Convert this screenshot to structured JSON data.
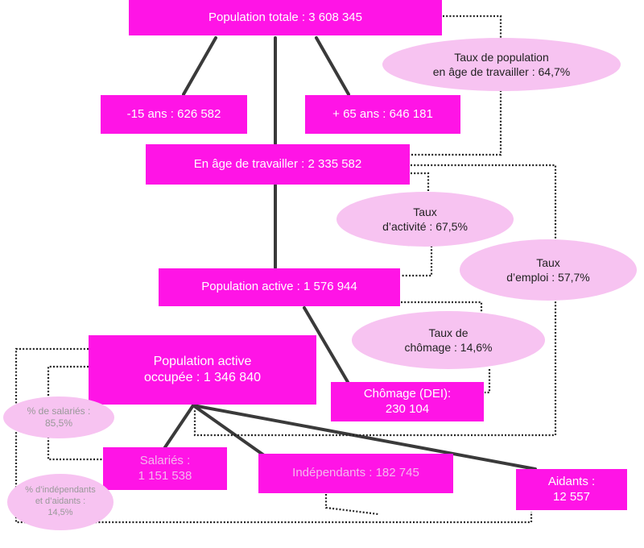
{
  "boxes": {
    "pop_totale": "Population totale : 3 608 345",
    "moins15": "-15 ans : 626 582",
    "plus65": "+ 65 ans : 646 181",
    "age_travail": "En âge de travailler : 2 335 582",
    "pop_active": "Population active : 1 576 944",
    "pop_occupee_l1": "Population active",
    "pop_occupee_l2": "occupée : 1 346 840",
    "chomage_l1": "Chômage (DEI):",
    "chomage_l2": "230 104",
    "salaries_l1": "Salariés :",
    "salaries_l2": "1 151 538",
    "independants": "Indépendants : 182 745",
    "aidants_l1": "Aidants :",
    "aidants_l2": "12 557"
  },
  "rates": {
    "age_travail_l1": "Taux de population",
    "age_travail_l2": "en âge de travailler : 64,7%",
    "activite_l1": "Taux",
    "activite_l2": "d’activité : 67,5%",
    "emploi_l1": "Taux",
    "emploi_l2": "d’emploi : 57,7%",
    "chomage_l1": "Taux de",
    "chomage_l2": "chômage : 14,6%",
    "salaries_l1": "% de salariés :",
    "salaries_l2": "85,5%",
    "indep_l1": "% d’indépendants",
    "indep_l2": "et d’aidants :",
    "indep_l3": "14,5%"
  }
}
